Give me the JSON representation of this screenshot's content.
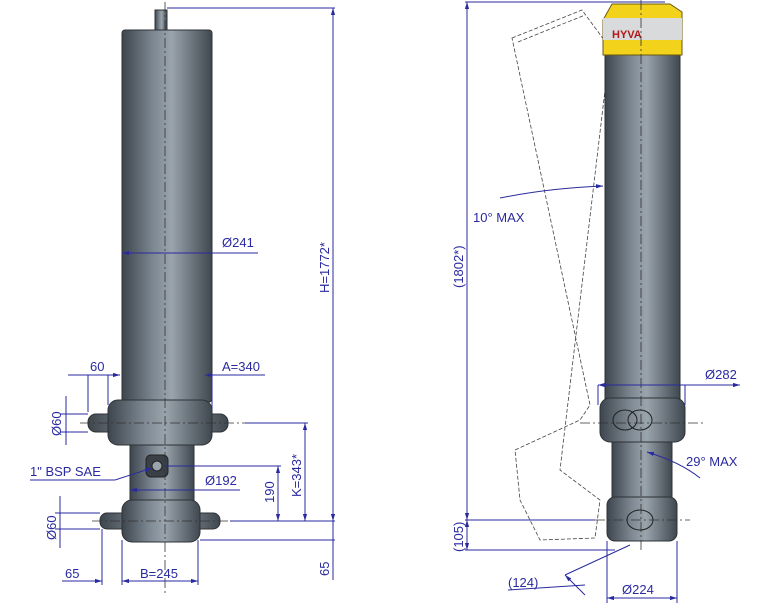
{
  "left_view": {
    "height_label": "H=1772*",
    "tube_diameter": "Ø241",
    "a_label": "A=340",
    "trunnion_offset": "60",
    "upper_trunnion_diameter": "Ø60",
    "port_label": "1\" BSP SAE",
    "lower_body_diameter": "Ø192",
    "port_height": "190",
    "k_label": "K=343*",
    "lower_trunnion_diameter": "Ø60",
    "bottom_offset": "65",
    "side_offset": "65",
    "b_label": "B=245"
  },
  "right_view": {
    "height_label": "(1802*)",
    "tilt_label": "10° MAX",
    "collar_diameter": "Ø282",
    "swing_label": "29° MAX",
    "base_offset": "(105)",
    "swing_clearance": "(124)",
    "base_diameter": "Ø224",
    "logo_text": "HYVA"
  },
  "colors": {
    "dimension": "#2a2aa0",
    "metal": "#5f6a74",
    "cap": "#f2d21a"
  }
}
